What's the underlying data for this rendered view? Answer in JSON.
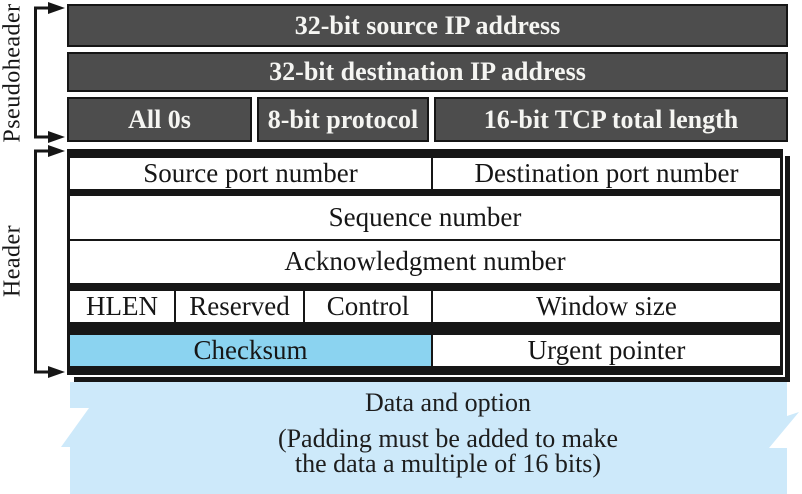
{
  "pseudoheader": {
    "label": "Pseudoheader",
    "source_ip": "32-bit source IP address",
    "dest_ip": "32-bit destination IP address",
    "all_0s": "All 0s",
    "protocol": "8-bit protocol",
    "tcp_total_length": "16-bit TCP total length"
  },
  "header": {
    "label": "Header",
    "source_port": "Source port number",
    "destination_port": "Destination port number",
    "sequence_number": "Sequence number",
    "acknowledgment_number": "Acknowledgment number",
    "hlen": "HLEN",
    "reserved": "Reserved",
    "control": "Control",
    "window_size": "Window size",
    "checksum": "Checksum",
    "urgent_pointer": "Urgent pointer"
  },
  "data_area": {
    "title": "Data and option",
    "note_line1": "(Padding must be added to make",
    "note_line2": "the data a multiple of 16 bits)"
  },
  "colors": {
    "dark_gray": "#4d4d4d",
    "gray_row_text": "#f5f5f2",
    "checksum_blue": "#8bd3f0",
    "data_blue": "#cde9fa",
    "line_black": "#161616"
  }
}
